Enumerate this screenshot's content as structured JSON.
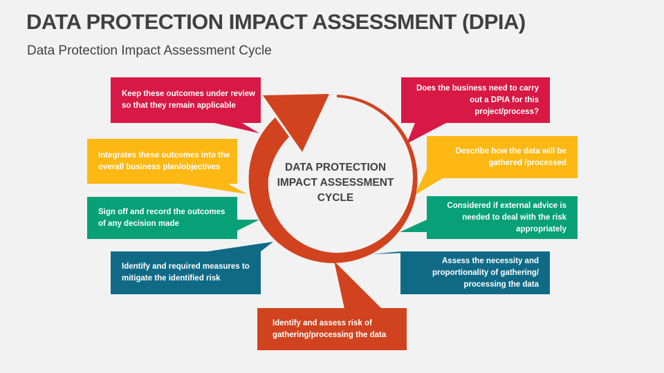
{
  "header": {
    "title": "DATA PROTECTION IMPACT ASSESSMENT (DPIA)",
    "subtitle": "Data Protection Impact Assessment Cycle"
  },
  "cycle": {
    "center_label": "DATA PROTECTION IMPACT ASSESSMENT CYCLE",
    "arrow_color": "#D0431E"
  },
  "steps": [
    {
      "text": "Does the business need to carry out a DPIA for  this project/process?",
      "color": "#D81845"
    },
    {
      "text": "Describe how the data will be gathered /processed",
      "color": "#FDB813"
    },
    {
      "text": "Considered if  external advice is needed to deal with the risk appropriately",
      "color": "#07A077"
    },
    {
      "text": "Assess the necessity and proportionality of gathering/ processing the data",
      "color": "#106A86"
    },
    {
      "text": "Identify and assess risk of gathering/processing the data",
      "color": "#D0431E"
    },
    {
      "text": "Identify and required measures to mitigate the identified risk",
      "color": "#106A86"
    },
    {
      "text": "Sign off and record the outcomes of any decision made",
      "color": "#07A077"
    },
    {
      "text": "Integrates these outcomes into the overall business plan/objectives",
      "color": "#FDB813"
    },
    {
      "text": "Keep these outcomes under review so that they remain applicable",
      "color": "#D81845"
    }
  ]
}
